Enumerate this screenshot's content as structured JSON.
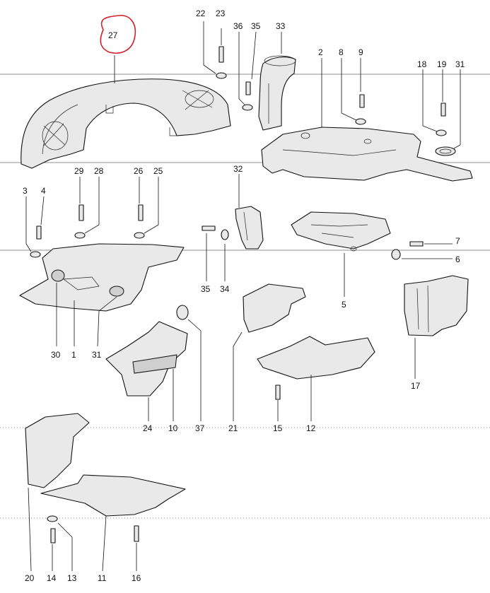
{
  "callouts": {
    "c1": "1",
    "c2": "2",
    "c3": "3",
    "c4": "4",
    "c5": "5",
    "c6": "6",
    "c7": "7",
    "c8": "8",
    "c9": "9",
    "c10": "10",
    "c11": "11",
    "c12": "12",
    "c13": "13",
    "c14": "14",
    "c15": "15",
    "c16": "16",
    "c17": "17",
    "c18": "18",
    "c19": "19",
    "c20": "20",
    "c21": "21",
    "c22": "22",
    "c23": "23",
    "c24": "24",
    "c25": "25",
    "c26": "26",
    "c27": "27",
    "c28": "28",
    "c29": "29",
    "c30": "30",
    "c31a": "31",
    "c31b": "31",
    "c32": "32",
    "c33": "33",
    "c34": "34",
    "c35a": "35",
    "c35b": "35",
    "c36": "36",
    "c37": "37"
  },
  "highlight": {
    "color": "#d2232a",
    "target": "27"
  }
}
